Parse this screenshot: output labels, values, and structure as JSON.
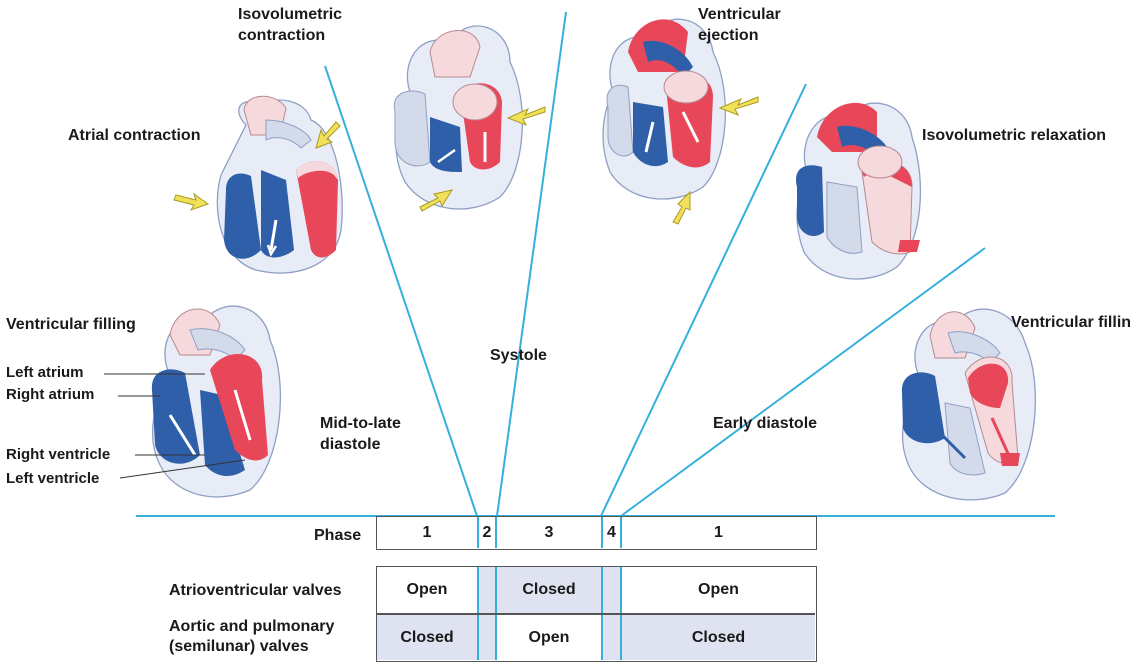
{
  "colors": {
    "blue_line": "#35b0dc",
    "blood_blue": "#2f5fa8",
    "blood_red": "#e8475a",
    "pale_blue": "#d3dbeb",
    "pale_pink": "#f6d9dc",
    "arrow_yellow": "#f0e05a",
    "cell_shade": "#dfe2f1"
  },
  "icons": [
    "heart-illustration",
    "pressure-arrow-icon",
    "flow-arrow-icon"
  ],
  "phases": {
    "atrial_contraction": "Atrial contraction",
    "isovolumetric_contraction": [
      "Isovolumetric",
      "contraction"
    ],
    "ventricular_ejection": [
      "Ventricular",
      "ejection"
    ],
    "isovolumetric_relaxation": "Isovolumetric relaxation",
    "ventricular_filling_left": "Ventricular filling",
    "ventricular_filling_right": "Ventricular fillin"
  },
  "periods": {
    "systole": "Systole",
    "mid_to_late_diastole": [
      "Mid-to-late",
      "diastole"
    ],
    "early_diastole": "Early diastole"
  },
  "anatomy": {
    "left_atrium": "Left atrium",
    "right_atrium": "Right atrium",
    "right_ventricle": "Right ventricle",
    "left_ventricle": "Left ventricle"
  },
  "table": {
    "phase_label": "Phase",
    "phase_numbers": [
      "1",
      "2",
      "3",
      "4",
      "1"
    ],
    "av_label": "Atrioventricular valves",
    "semilunar_label": [
      "Aortic and pulmonary",
      "(semilunar) valves"
    ],
    "av_row": [
      "Open",
      "Closed",
      "Open"
    ],
    "semilunar_row": [
      "Closed",
      "Open",
      "Closed"
    ]
  }
}
